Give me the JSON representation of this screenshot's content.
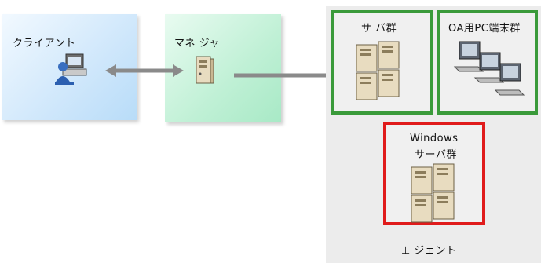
{
  "nodes": {
    "client": {
      "label": "クライアント"
    },
    "manager": {
      "label": "マネ ジャ"
    },
    "servers": {
      "label": "サ バ群"
    },
    "terminals": {
      "label": "OA用PC端末群"
    },
    "windows": {
      "label_line1": "Windows",
      "label_line2": "サーバ群"
    },
    "agent": {
      "label": "⊥ ジェント"
    }
  },
  "colors": {
    "client_fill": "#cfe7fb",
    "manager_fill": "#bff0d5",
    "group_border": "#3a9a3a",
    "windows_border": "#e01b1b",
    "arrow": "#8a8a8a"
  },
  "icons": [
    "client-pc-user-icon",
    "manager-server-icon",
    "server-group-icon",
    "pc-terminal-group-icon",
    "windows-server-group-icon"
  ]
}
